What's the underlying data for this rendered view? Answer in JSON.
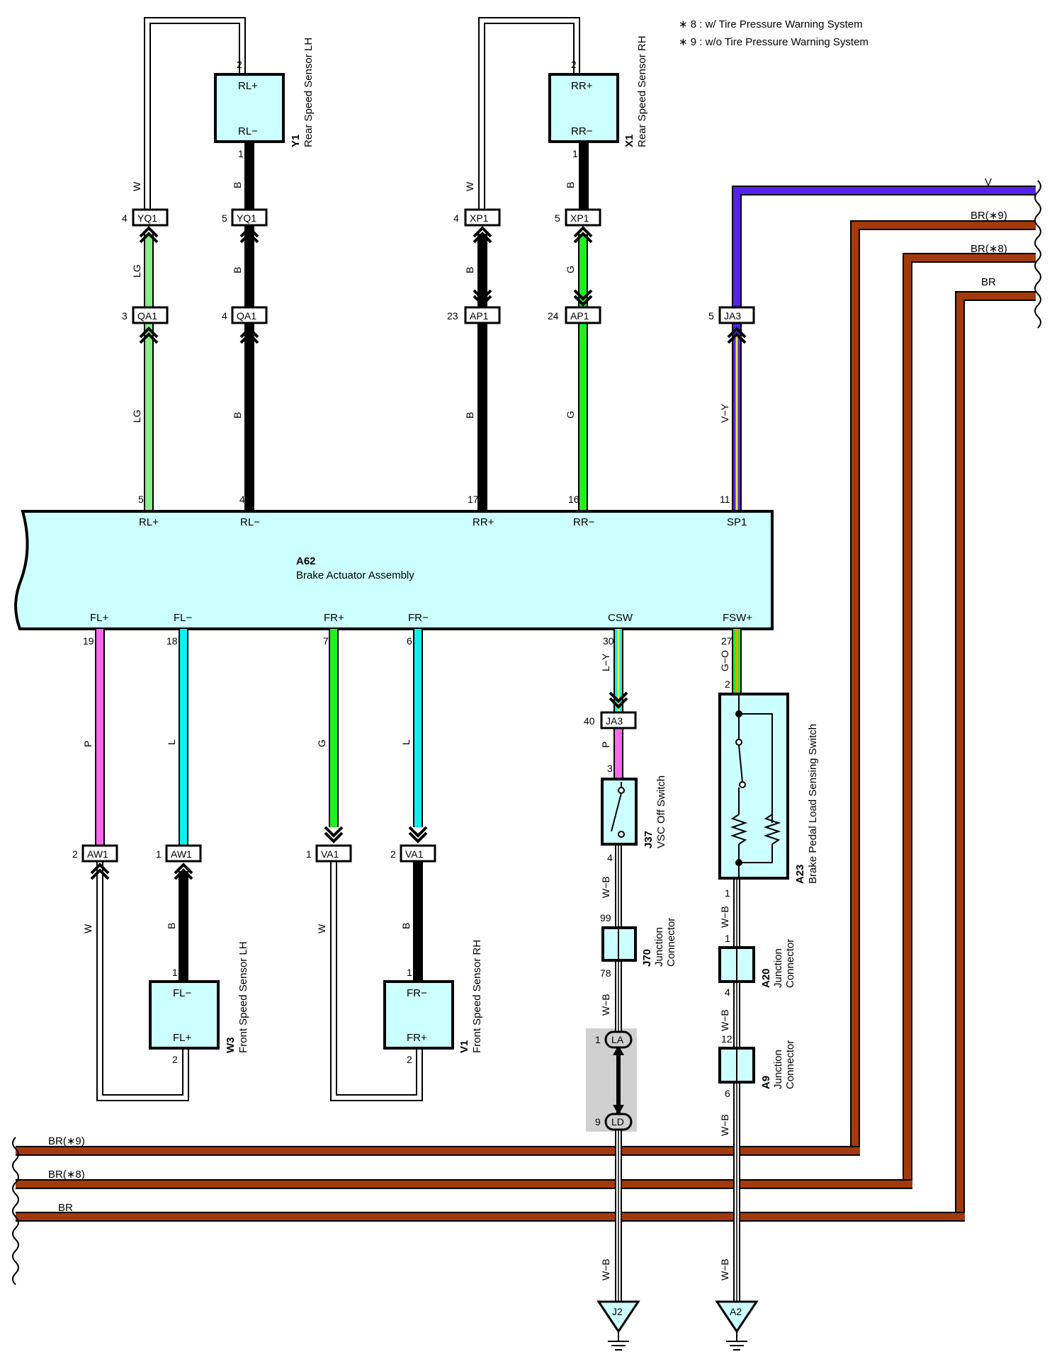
{
  "notes": [
    "∗ 8 : w/ Tire Pressure Warning System",
    "∗ 9 : w/o Tire Pressure Warning System"
  ],
  "colors": {
    "LG": "#88ee88",
    "B": "#000000",
    "G": "#22ee22",
    "V": "#5522ee",
    "BR": "#a33a0c",
    "P": "#ff66ee",
    "L": "#11eeee",
    "Y": "#eeee22",
    "O": "#ff9900",
    "component_fill": "#ccffff",
    "ground_shade": "#d0d0d0"
  },
  "components": {
    "y1": {
      "code": "Y1",
      "name": "Rear Speed Sensor LH",
      "pin_plus": "RL+",
      "pin_minus": "RL−"
    },
    "x1": {
      "code": "X1",
      "name": "Rear Speed Sensor RH",
      "pin_plus": "RR+",
      "pin_minus": "RR−"
    },
    "a62": {
      "code": "A62",
      "name": "Brake Actuator Assembly"
    },
    "w3": {
      "code": "W3",
      "name": "Front Speed Sensor LH",
      "pin_minus": "FL−",
      "pin_plus": "FL+"
    },
    "v1": {
      "code": "V1",
      "name": "Front Speed Sensor RH",
      "pin_minus": "FR−",
      "pin_plus": "FR+"
    },
    "j37": {
      "code": "J37",
      "name": "VSC Off Switch"
    },
    "a23": {
      "code": "A23",
      "name": "Brake Pedal Load Sensing Switch"
    },
    "j70": {
      "code": "J70",
      "name1": "Junction",
      "name2": "Connector"
    },
    "a20": {
      "code": "A20",
      "name1": "Junction",
      "name2": "Connector"
    },
    "a9": {
      "code": "A9",
      "name1": "Junction",
      "name2": "Connector"
    },
    "j2": {
      "code": "J2"
    },
    "a2": {
      "code": "A2"
    }
  },
  "a62_pins": {
    "top": [
      {
        "num": "5",
        "label": "RL+"
      },
      {
        "num": "4",
        "label": "RL−"
      },
      {
        "num": "17",
        "label": "RR+"
      },
      {
        "num": "16",
        "label": "RR−"
      },
      {
        "num": "11",
        "label": "SP1"
      }
    ],
    "bottom": [
      {
        "num": "19",
        "label": "FL+"
      },
      {
        "num": "18",
        "label": "FL−"
      },
      {
        "num": "7",
        "label": "FR+"
      },
      {
        "num": "6",
        "label": "FR−"
      },
      {
        "num": "30",
        "label": "CSW"
      },
      {
        "num": "27",
        "label": "FSW+"
      }
    ]
  },
  "connectors": {
    "yq1_a": {
      "num": "4",
      "code": "YQ1"
    },
    "yq1_b": {
      "num": "5",
      "code": "YQ1"
    },
    "qa1_a": {
      "num": "3",
      "code": "QA1"
    },
    "qa1_b": {
      "num": "4",
      "code": "QA1"
    },
    "xp1_a": {
      "num": "4",
      "code": "XP1"
    },
    "xp1_b": {
      "num": "5",
      "code": "XP1"
    },
    "ap1_a": {
      "num": "23",
      "code": "AP1"
    },
    "ap1_b": {
      "num": "24",
      "code": "AP1"
    },
    "ja3_top": {
      "num": "5",
      "code": "JA3"
    },
    "aw1_a": {
      "num": "2",
      "code": "AW1"
    },
    "aw1_b": {
      "num": "1",
      "code": "AW1"
    },
    "va1_a": {
      "num": "1",
      "code": "VA1"
    },
    "va1_b": {
      "num": "2",
      "code": "VA1"
    },
    "ja3_bot": {
      "num": "40",
      "code": "JA3"
    },
    "la": {
      "num": "1",
      "code": "LA"
    },
    "ld": {
      "num": "9",
      "code": "LD"
    }
  },
  "pin_numbers": {
    "y1_top": "2",
    "y1_bot": "1",
    "x1_top": "2",
    "x1_bot": "1",
    "w3_top": "1",
    "w3_bot": "2",
    "v1_top": "1",
    "v1_bot": "2",
    "j37_top": "3",
    "j37_bot": "4",
    "a23_top": "2",
    "a23_bot": "1",
    "j70_top": "99",
    "j70_bot": "78",
    "a20_top": "1",
    "a20_bot": "4",
    "a9_top": "12",
    "a9_bot": "6"
  },
  "wire_labels": {
    "w": "W",
    "b": "B",
    "lg": "LG",
    "g": "G",
    "v": "V",
    "vy": "V−Y",
    "p": "P",
    "l": "L",
    "ly": "L−Y",
    "go": "G−O",
    "wb": "W−B",
    "br9": "BR(∗9)",
    "br8": "BR(∗8)",
    "br": "BR"
  }
}
